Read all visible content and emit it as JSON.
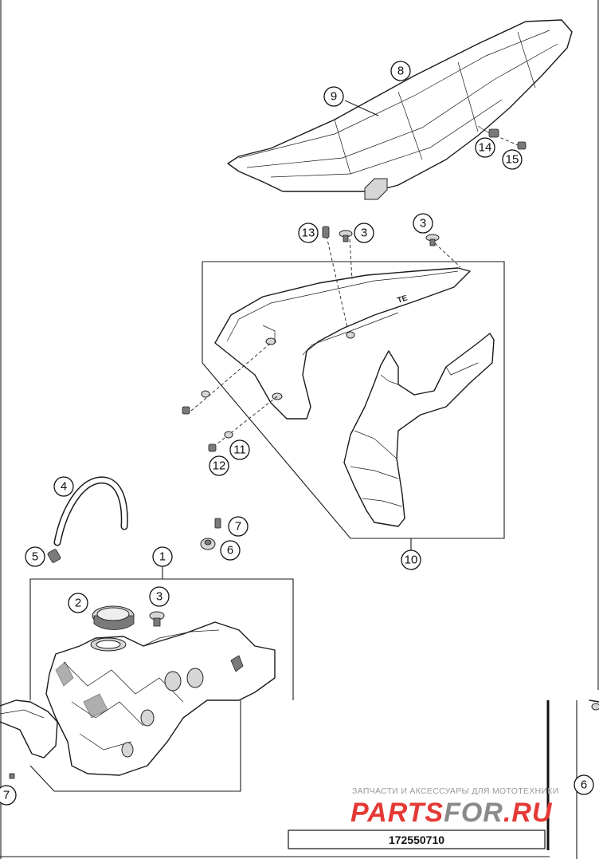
{
  "diagram": {
    "callouts": [
      "1",
      "2",
      "3",
      "3",
      "3",
      "4",
      "5",
      "6",
      "7",
      "8",
      "9",
      "10",
      "11",
      "12",
      "13",
      "14",
      "15",
      "6",
      "7"
    ],
    "document_number": "172550710",
    "watermark": {
      "tagline": "ЗАПЧАСТИ И АКСЕССУАРЫ ДЛЯ МОТОТЕХНИКИ",
      "logo_left": "PARTS",
      "logo_mid": "FOR",
      "logo_right": ".RU",
      "color": "#e53935",
      "logo_gray": "#8a8a8a"
    }
  }
}
